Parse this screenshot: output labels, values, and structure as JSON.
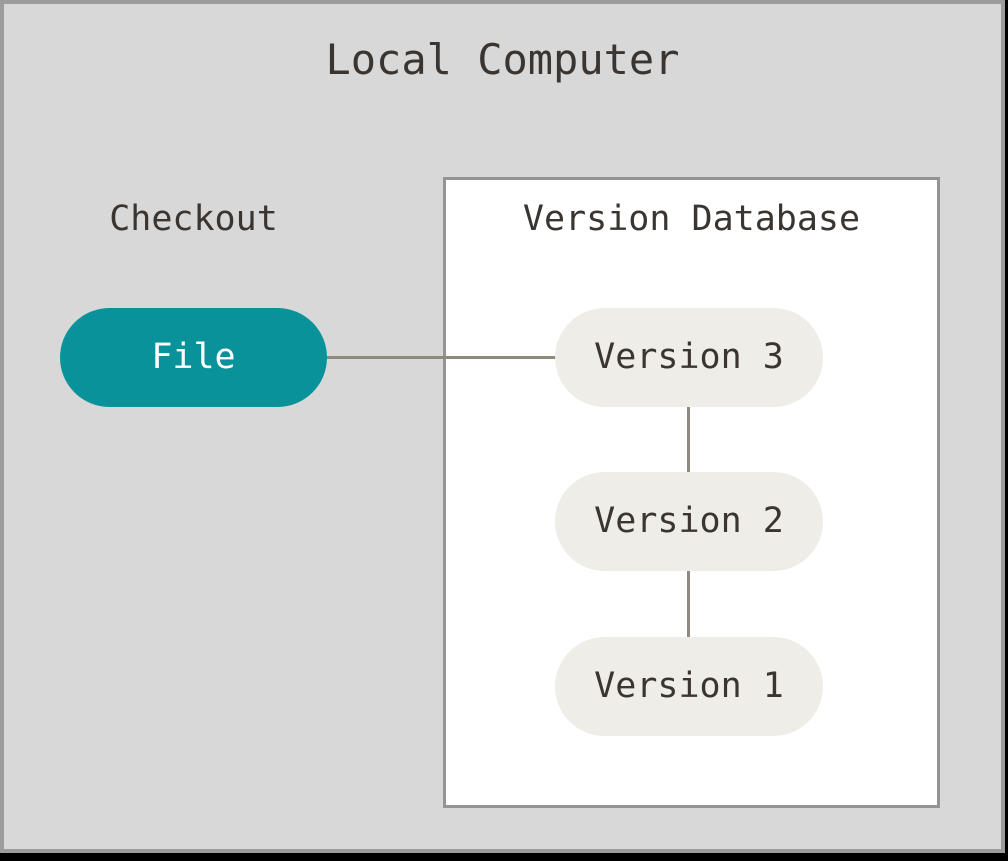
{
  "diagram": {
    "title": "Local Computer",
    "checkout_label": "Checkout",
    "file_node": "File",
    "version_database": {
      "title": "Version Database",
      "versions": [
        "Version 3",
        "Version 2",
        "Version 1"
      ]
    },
    "connections": [
      "File — Version 3",
      "Version 3 — Version 2",
      "Version 2 — Version 1"
    ],
    "colors": {
      "canvas_bg": "#d8d8d8",
      "frame_border": "#9c9c9c",
      "shadow": "#000000",
      "box_bg": "#ffffff",
      "box_border": "#949494",
      "file_pill_bg": "#0a929b",
      "file_pill_text": "#ffffff",
      "version_pill_bg": "#eeede7",
      "text_dark": "#3a3531",
      "connector": "#8f8a80"
    }
  }
}
